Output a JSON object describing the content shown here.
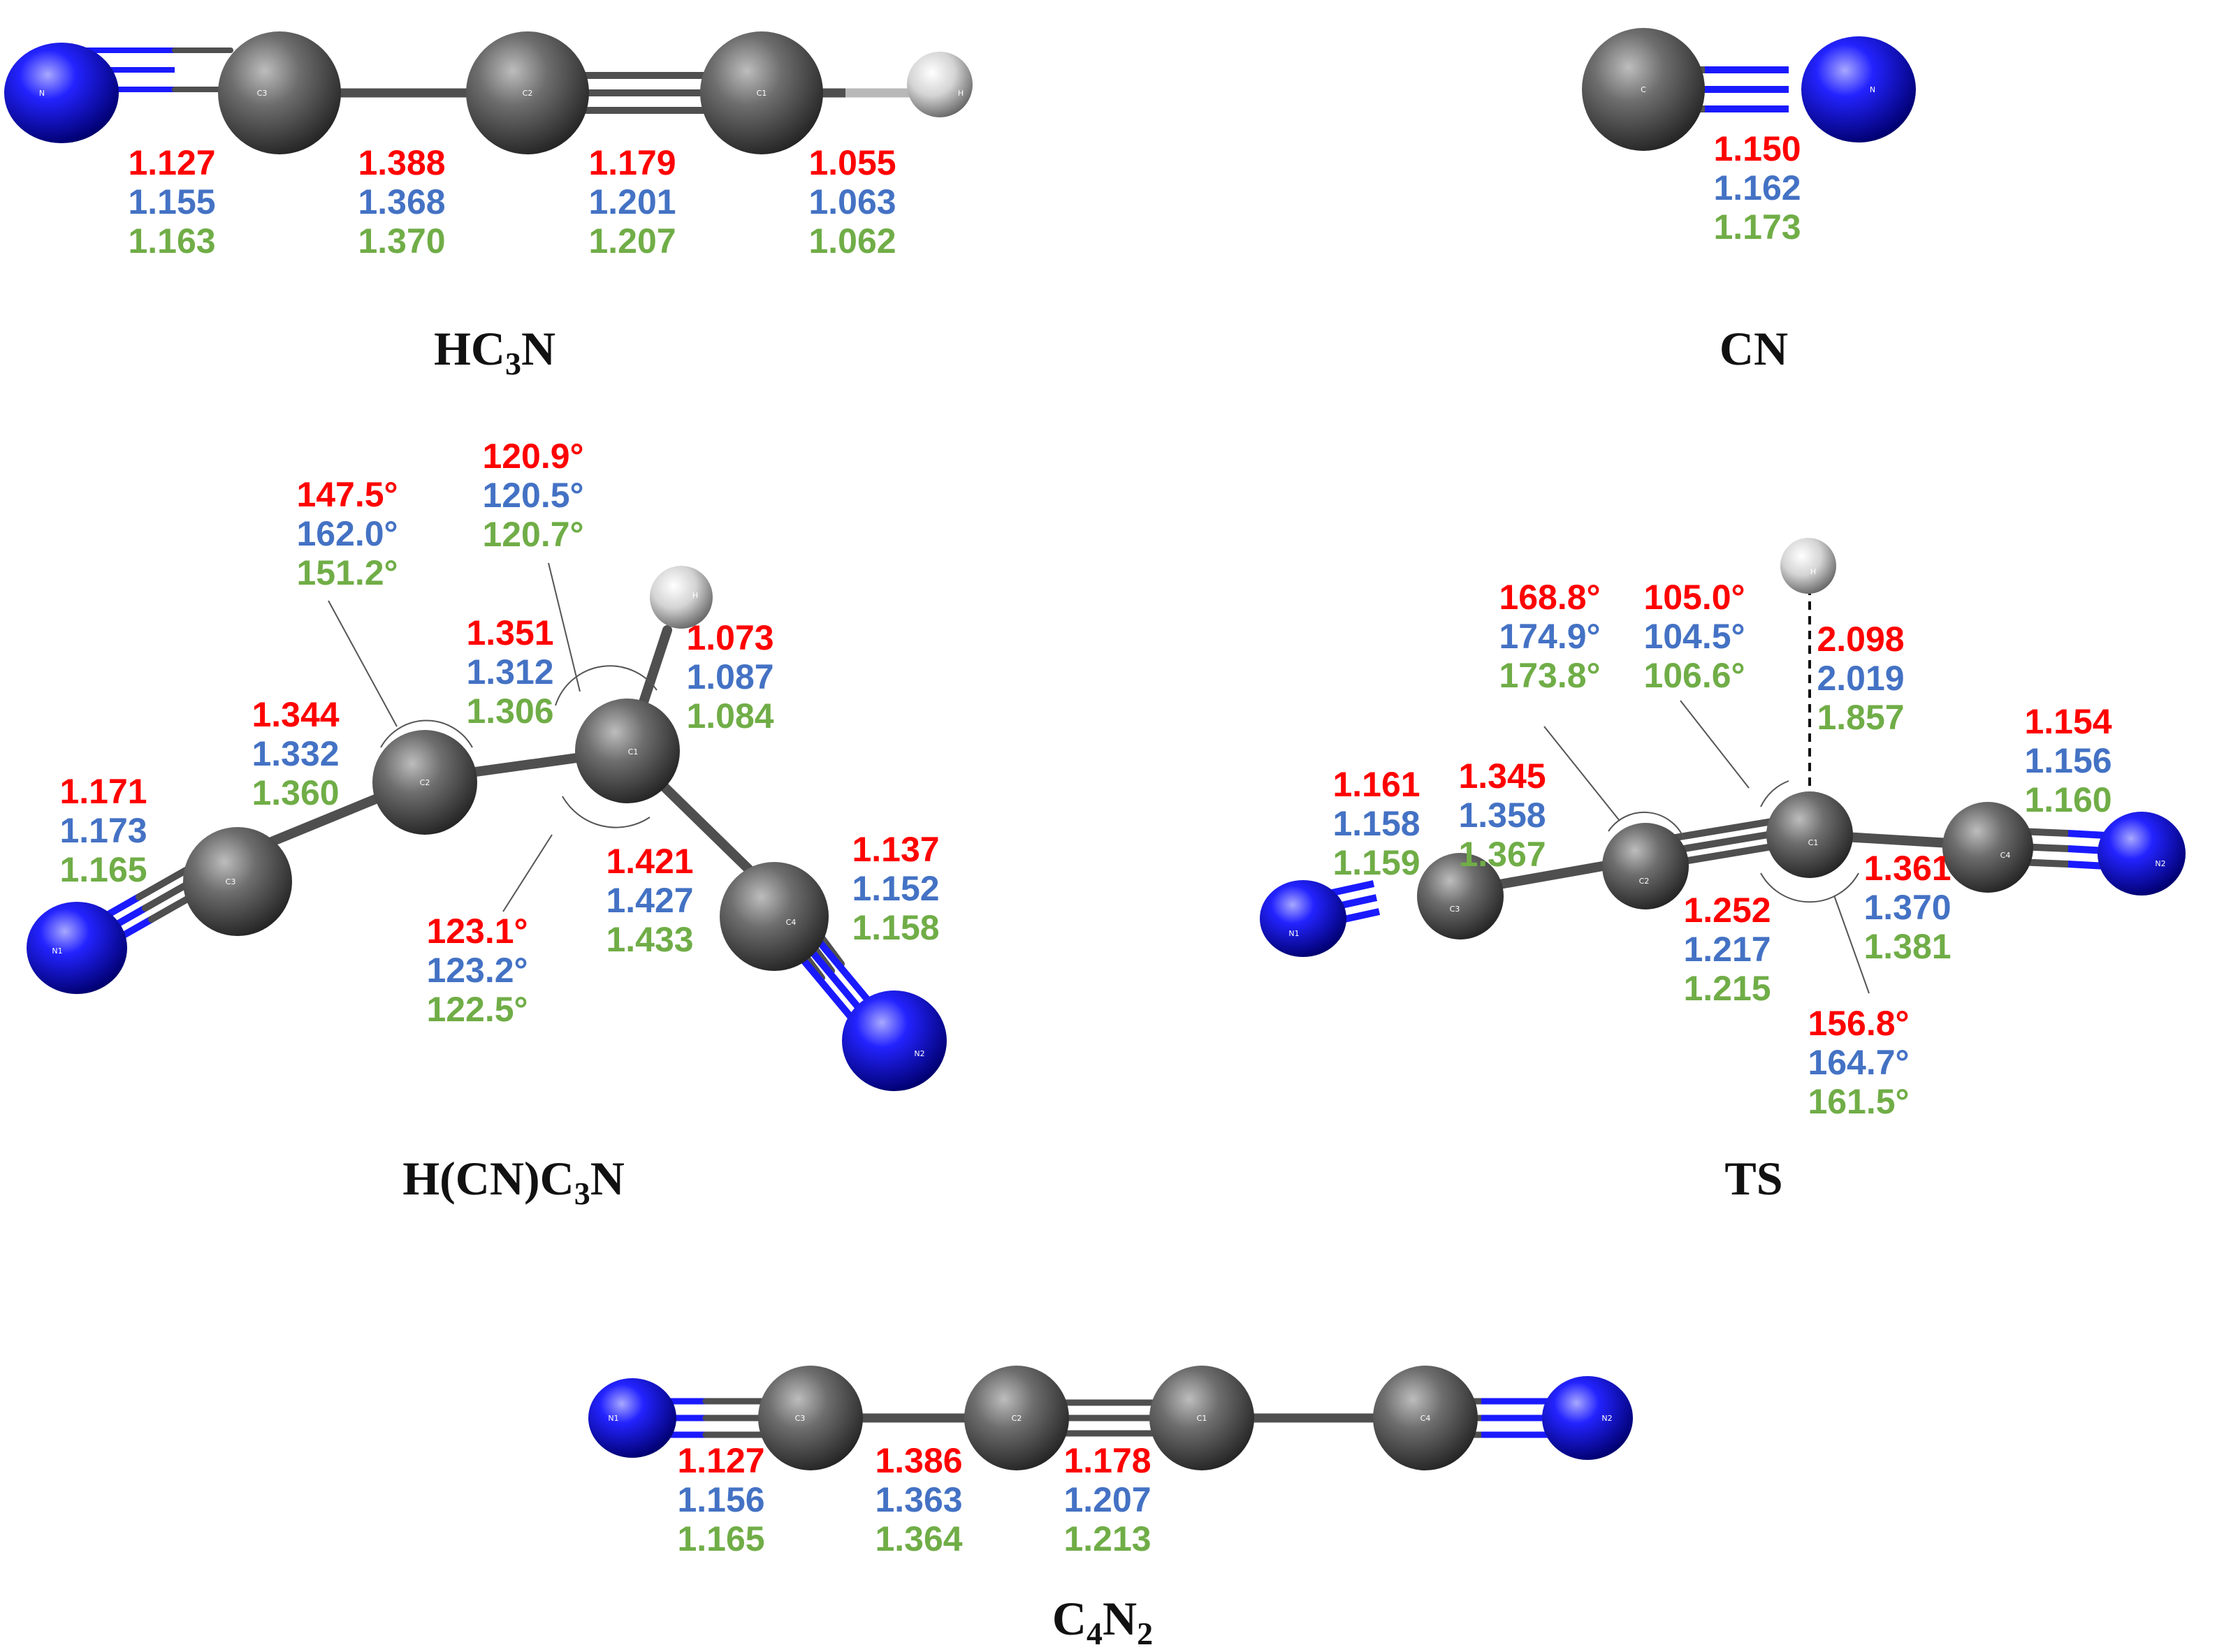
{
  "colors": {
    "method1": "#ff0000",
    "method2": "#4472c4",
    "method3": "#70ad47",
    "carbon": "#555555",
    "nitrogen": "#1010e0",
    "hydrogen": "#d8d8d8"
  },
  "molecules": {
    "hc3n": {
      "title": {
        "main": "HC",
        "sub": "3",
        "end": "N"
      },
      "atoms": {
        "n": "N",
        "c3": "C3",
        "c2": "C2",
        "c1": "C1",
        "h": "H"
      },
      "bonds": [
        {
          "red": "1.127",
          "blue": "1.155",
          "green": "1.163"
        },
        {
          "red": "1.388",
          "blue": "1.368",
          "green": "1.370"
        },
        {
          "red": "1.179",
          "blue": "1.201",
          "green": "1.207"
        },
        {
          "red": "1.055",
          "blue": "1.063",
          "green": "1.062"
        }
      ]
    },
    "cn": {
      "title": "CN",
      "atoms": {
        "c": "C",
        "n": "N"
      },
      "bonds": [
        {
          "red": "1.150",
          "blue": "1.162",
          "green": "1.173"
        }
      ]
    },
    "hcnc3n": {
      "title": {
        "main": "H(CN)C",
        "sub": "3",
        "end": "N"
      },
      "atoms": {
        "n1": "N1",
        "c3": "C3",
        "c2": "C2",
        "c1": "C1",
        "h": "H",
        "c4": "C4",
        "n2": "N2"
      },
      "angle_c3c2c1": {
        "red": "147.5°",
        "blue": "162.0°",
        "green": "151.2°"
      },
      "angle_c2c1h": {
        "red": "120.9°",
        "blue": "120.5°",
        "green": "120.7°"
      },
      "angle_c2c1c4": {
        "red": "123.1°",
        "blue": "123.2°",
        "green": "122.5°"
      },
      "bond_c1c2": {
        "red": "1.351",
        "blue": "1.312",
        "green": "1.306"
      },
      "bond_c1h": {
        "red": "1.073",
        "blue": "1.087",
        "green": "1.084"
      },
      "bond_c2c3": {
        "red": "1.344",
        "blue": "1.332",
        "green": "1.360"
      },
      "bond_c3n1": {
        "red": "1.171",
        "blue": "1.173",
        "green": "1.165"
      },
      "bond_c1c4": {
        "red": "1.421",
        "blue": "1.427",
        "green": "1.433"
      },
      "bond_c4n2": {
        "red": "1.137",
        "blue": "1.152",
        "green": "1.158"
      }
    },
    "ts": {
      "title": "TS",
      "atoms": {
        "n1": "N1",
        "c3": "C3",
        "c2": "C2",
        "c1": "C1",
        "h": "H",
        "c4": "C4",
        "n2": "N2"
      },
      "angle_c3c2c1": {
        "red": "168.8°",
        "blue": "174.9°",
        "green": "173.8°"
      },
      "angle_c2c1h": {
        "red": "105.0°",
        "blue": "104.5°",
        "green": "106.6°"
      },
      "angle_c2c1c4": {
        "red": "156.8°",
        "blue": "164.7°",
        "green": "161.5°"
      },
      "bond_c1h": {
        "red": "2.098",
        "blue": "2.019",
        "green": "1.857"
      },
      "bond_c3n1": {
        "red": "1.161",
        "blue": "1.158",
        "green": "1.159"
      },
      "bond_c2c3": {
        "red": "1.345",
        "blue": "1.358",
        "green": "1.367"
      },
      "bond_c1c2": {
        "red": "1.252",
        "blue": "1.217",
        "green": "1.215"
      },
      "bond_c1c4": {
        "red": "1.361",
        "blue": "1.370",
        "green": "1.381"
      },
      "bond_c4n2": {
        "red": "1.154",
        "blue": "1.156",
        "green": "1.160"
      }
    },
    "c4n2": {
      "title": {
        "main": "C",
        "sub1": "4",
        "mid": "N",
        "sub2": "2"
      },
      "atoms": {
        "n1": "N1",
        "c3": "C3",
        "c2": "C2",
        "c1": "C1",
        "c4": "C4",
        "n2": "N2"
      },
      "bonds": [
        {
          "red": "1.127",
          "blue": "1.156",
          "green": "1.165"
        },
        {
          "red": "1.386",
          "blue": "1.363",
          "green": "1.364"
        },
        {
          "red": "1.178",
          "blue": "1.207",
          "green": "1.213"
        }
      ]
    }
  }
}
